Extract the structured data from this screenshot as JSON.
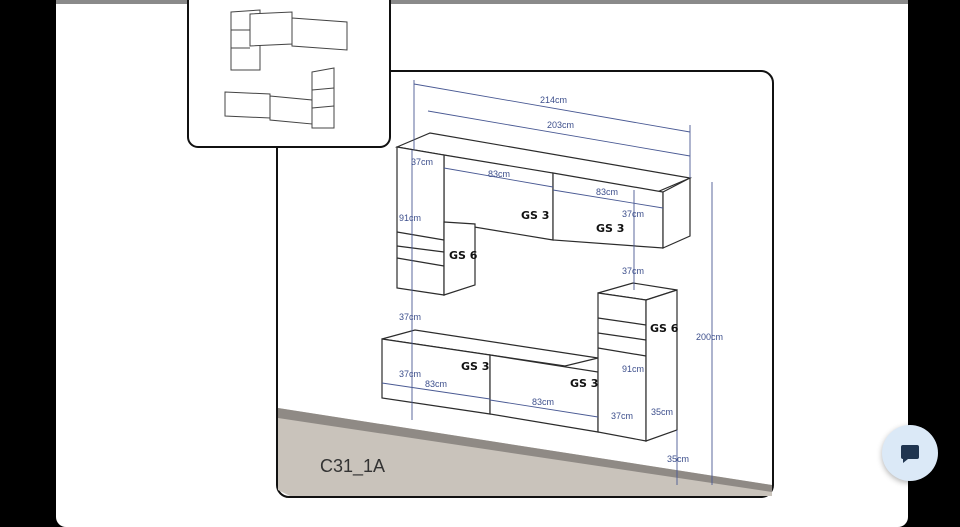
{
  "product": {
    "model_code": "C31_1A",
    "dimensions": {
      "total_width": "214cm",
      "top_width": "203cm",
      "left_depth": "37cm",
      "top_unit_1_width": "83cm",
      "top_unit_2_width": "83cm",
      "top_unit_height": "37cm",
      "left_tall_height": "91cm",
      "gap_right": "37cm",
      "gap_left": "37cm",
      "total_height": "200cm",
      "bottom_unit_height": "37cm",
      "bottom_unit_1_width": "83cm",
      "bottom_unit_2_width": "83cm",
      "right_tall_height": "91cm",
      "right_tall_width": "37cm",
      "right_tall_depth": "35cm",
      "floor_clearance": "35cm"
    },
    "modules": {
      "top_gs3_a": "GS 3",
      "top_gs3_b": "GS 3",
      "left_gs6": "GS 6",
      "right_gs6": "GS 6",
      "bottom_gs3_a": "GS 3",
      "bottom_gs3_b": "GS 3"
    }
  },
  "chat": {
    "icon": "chat-bubble-icon"
  },
  "colors": {
    "dimension": "#3d4f8c",
    "chat_bg": "#dbe9f7",
    "chat_icon": "#1f3550"
  }
}
